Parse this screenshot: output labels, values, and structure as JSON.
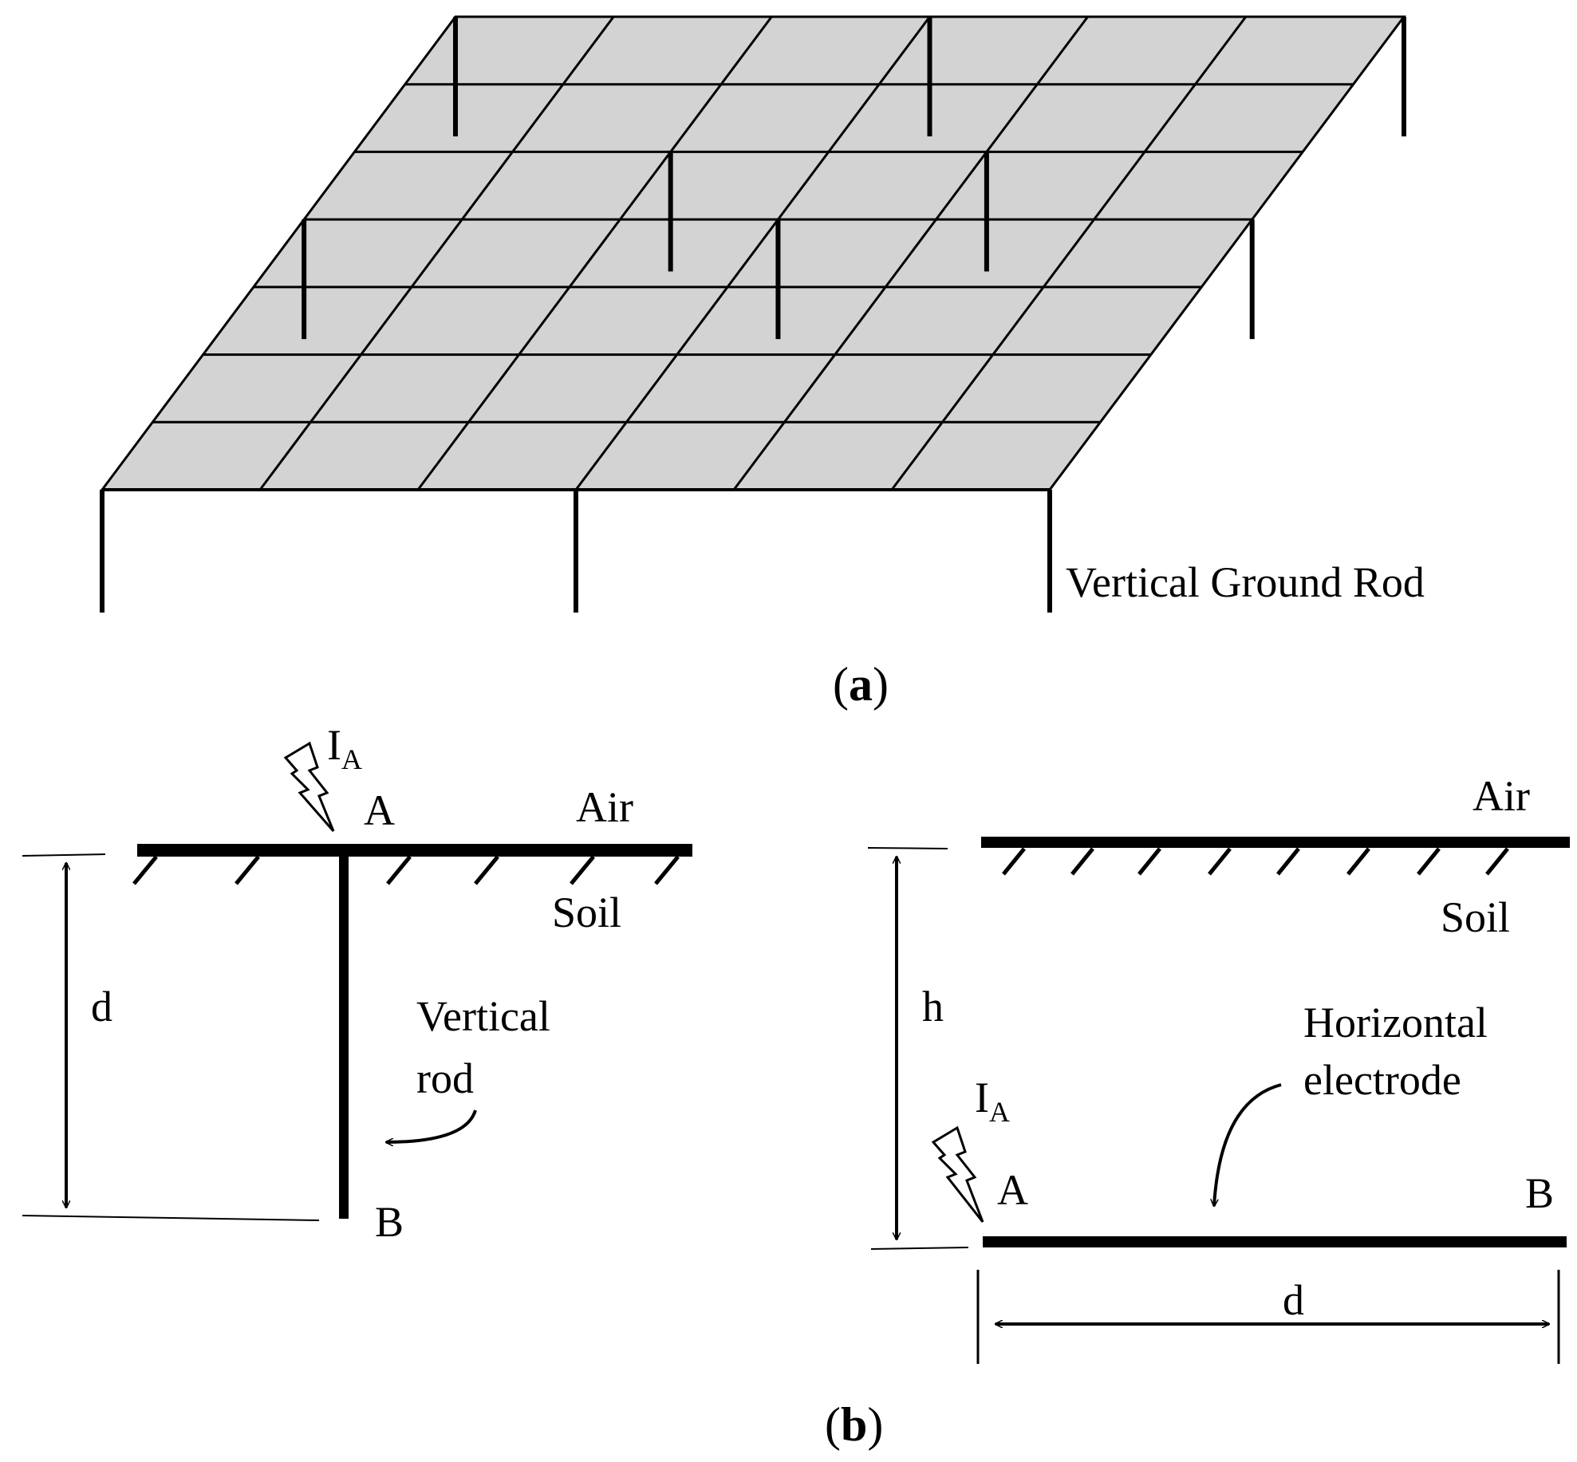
{
  "panel_a": {
    "rod_label": "Vertical Ground Rod",
    "caption_open": "(",
    "caption_letter": "a",
    "caption_close": ")",
    "grid_fill": "#d3d3d3",
    "line_color": "#000000"
  },
  "panel_b_left": {
    "current_label": "I",
    "current_subscript": "A",
    "point_a": "A",
    "point_b": "B",
    "air_label": "Air",
    "soil_label": "Soil",
    "dimension_label": "d",
    "electrode_label_line1": "Vertical",
    "electrode_label_line2": "rod"
  },
  "panel_b_right": {
    "current_label": "I",
    "current_subscript": "A",
    "point_a": "A",
    "point_b": "B",
    "air_label": "Air",
    "soil_label": "Soil",
    "depth_label": "h",
    "length_label": "d",
    "electrode_label_line1": "Horizontal",
    "electrode_label_line2": "electrode"
  },
  "caption_b": {
    "open": "(",
    "letter": "b",
    "close": ")"
  }
}
